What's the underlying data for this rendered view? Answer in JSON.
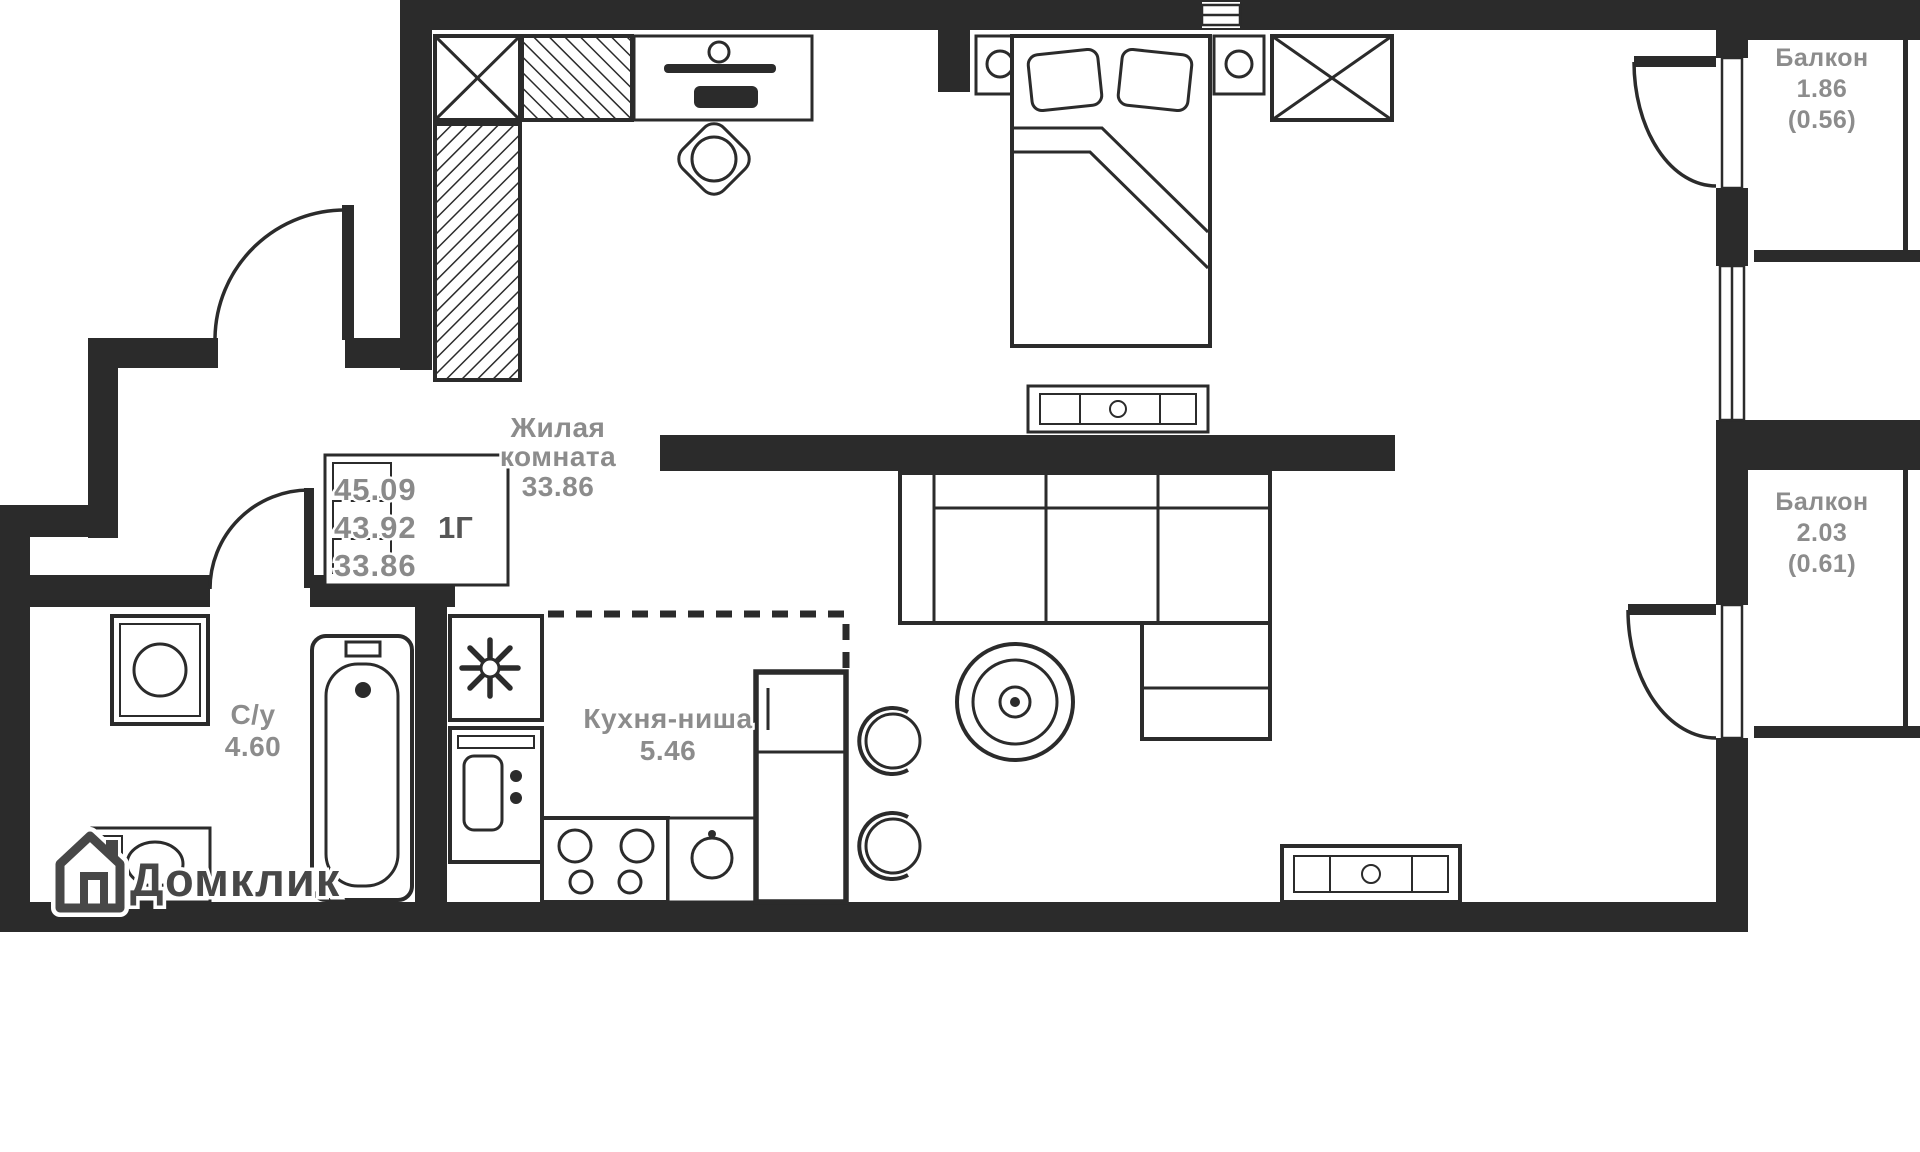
{
  "colors": {
    "background": "#ffffff",
    "wall": "#2b2b2b",
    "room_label": "#8c8c8c",
    "summary_type": "#565656",
    "logo": "#474747"
  },
  "labels": {
    "living_room": {
      "line1": "Жилая",
      "line2": "комната",
      "area": "33.86"
    },
    "kitchen": {
      "name": "Кухня-ниша",
      "area": "5.46"
    },
    "bathroom": {
      "name": "С/у",
      "area": "4.60"
    },
    "balcony_top": {
      "name": "Балкон",
      "area": "1.86",
      "coef_area": "(0.56)"
    },
    "balcony_mid": {
      "name": "Балкон",
      "area": "2.03",
      "coef_area": "(0.61)"
    }
  },
  "summary": {
    "total": "45.09",
    "reduced_total": "43.92",
    "plan_type": "1Г",
    "living": "33.86"
  },
  "logo": {
    "brand": "Домклик"
  }
}
